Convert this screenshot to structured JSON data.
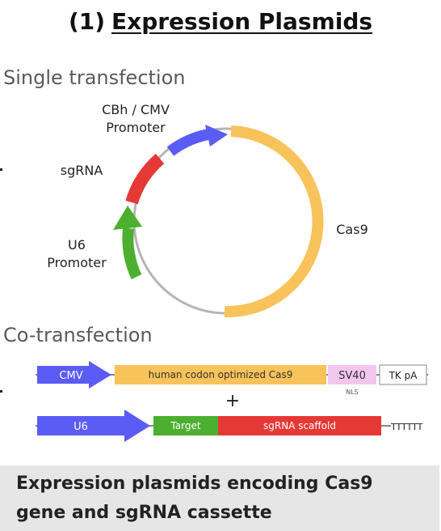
{
  "title": {
    "number": "(1)",
    "text": "Expression Plasmids"
  },
  "sections": {
    "single": "Single transfection",
    "co": "Co-transfection"
  },
  "plasmid": {
    "promoter_label_line1": "CBh / CMV",
    "promoter_label_line2": "Promoter",
    "sgrna_label": "sgRNA",
    "u6_label_line1": "U6",
    "u6_label_line2": "Promoter",
    "cas9_label": "Cas9"
  },
  "construct1": {
    "promoter": "CMV",
    "cas9": "human codon optimized Cas9",
    "sv40": "SV40",
    "nls": "NLS",
    "polya": "TK pA"
  },
  "plus": "+",
  "construct2": {
    "promoter": "U6",
    "target": "Target",
    "scaffold": "sgRNA scaffold",
    "terminator": "TTTTTT"
  },
  "caption": {
    "line1": "Expression plasmids encoding Cas9",
    "line2": "gene and sgRNA cassette"
  },
  "colors": {
    "promoter_blue": "#5b5bf5",
    "cas9_orange": "#f8c35a",
    "sgrna_red": "#e53935",
    "u6_green": "#4caf2f",
    "backbone_gray": "#b5b5b5",
    "sv40_pink": "#f3c6f0",
    "caption_bg": "#e6e6e6"
  }
}
